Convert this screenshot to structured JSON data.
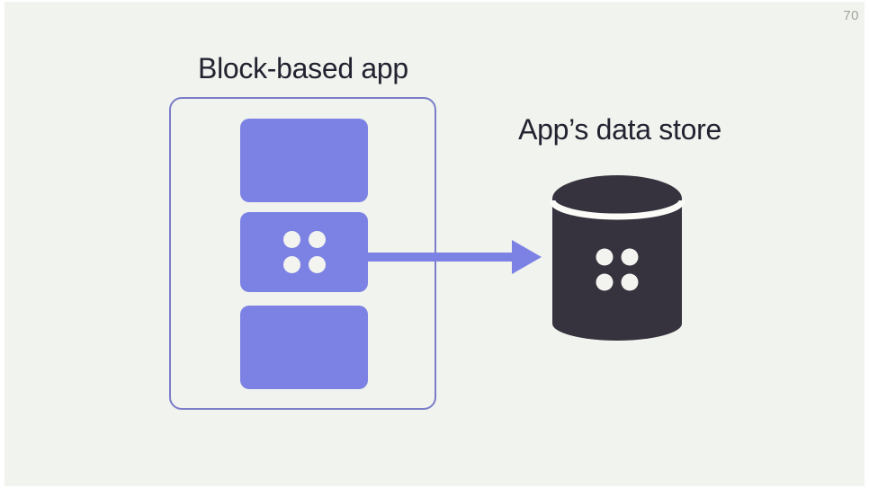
{
  "slide": {
    "page_number": "70",
    "background_color": "#f1f3ee",
    "edge_color": "#ffffff",
    "text_color": "#232230",
    "page_number_color": "#a3a49e"
  },
  "block_app": {
    "title": "Block-based app",
    "outline_color": "#7b7dc9",
    "block_color": "#7c82e3",
    "dot_color": "#f3f4ef",
    "blocks": [
      {
        "label": "",
        "icon": ""
      },
      {
        "label": "",
        "icon": "four-dots-icon"
      },
      {
        "label": "",
        "icon": ""
      }
    ]
  },
  "arrow": {
    "icon": "arrow-right-icon",
    "direction": "left-to-right",
    "from": "Block-based app",
    "to": "App’s data store",
    "color": "#7c82e3"
  },
  "data_store": {
    "title": "App’s data store",
    "icon": "database-icon",
    "color": "#36333e",
    "separator_color": "#fbfcf8",
    "dot_color": "#f3f4ef"
  }
}
